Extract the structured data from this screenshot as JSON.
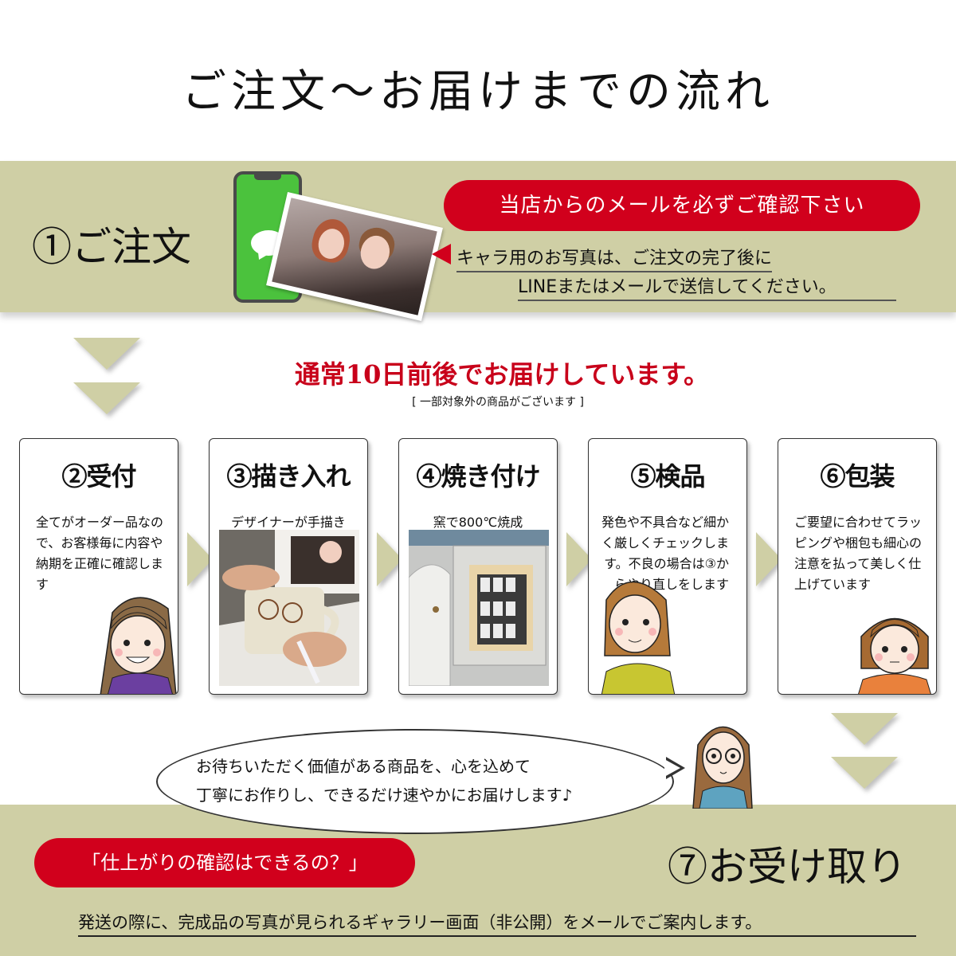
{
  "title": "ご注文～お届けまでの流れ",
  "colors": {
    "band": "#cfcfa5",
    "accent_red": "#d1001c",
    "delivery_red": "#c8001a",
    "phone_green": "#4bc23d"
  },
  "step1": {
    "label": "①ご注文",
    "notice_pill": "当店からのメールを必ずご確認下さい",
    "note_line1": "キャラ用のお写真は、ご注文の完了後に",
    "note_line2": "LINEまたはメールで送信してください。",
    "icons": [
      "smartphone-line-icon",
      "photo"
    ]
  },
  "delivery": {
    "headline": "通常10日前後でお届けしています。",
    "note": "[ 一部対象外の商品がございます ]"
  },
  "steps": [
    {
      "label": "②受付",
      "desc": "全てがオーダー品なので、お客様毎に内容や納期を正確に確認します"
    },
    {
      "label": "③描き入れ",
      "desc": "デザイナーが手描き"
    },
    {
      "label": "④焼き付け",
      "desc": "窯で800℃焼成"
    },
    {
      "label": "⑤検品",
      "desc": "発色や不具合など細かく厳しくチェックします。不良の場合は③からやり直しをします"
    },
    {
      "label": "⑥包装",
      "desc": "ご要望に合わせてラッピングや梱包も細心の注意を払って美しく仕上げています"
    }
  ],
  "speech": {
    "line1": "お待ちいただく価値がある商品を、心を込めて",
    "line2": "丁寧にお作りし、できるだけ速やかにお届けします♪"
  },
  "step7": {
    "label": "⑦お受け取り",
    "question_pill": "「仕上がりの確認はできるの？」",
    "note": "発送の際に、完成品の写真が見られるギャラリー画面（非公開）をメールでご案内します。"
  }
}
